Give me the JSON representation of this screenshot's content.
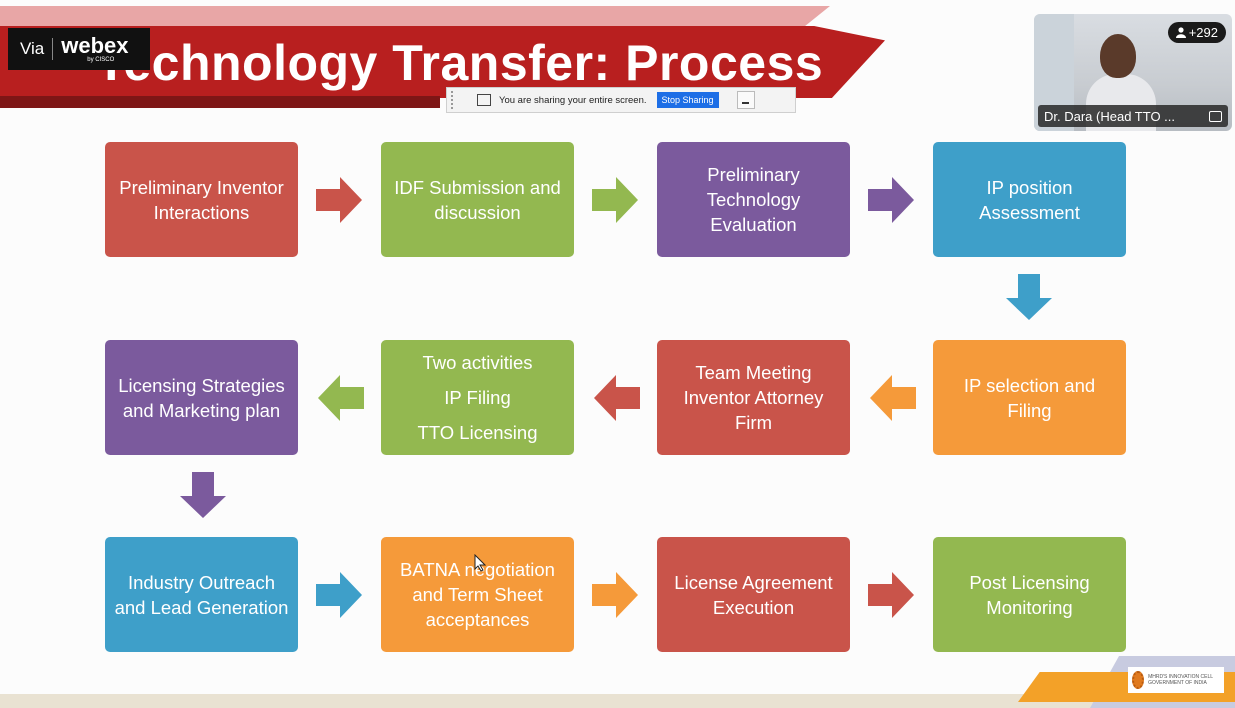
{
  "webex": {
    "via": "Via",
    "brand": "webex",
    "by": "by CISCO"
  },
  "slide": {
    "title": "Technology Transfer: Process",
    "boxes": [
      {
        "label": "Preliminary Inventor Interactions"
      },
      {
        "label": "IDF Submission and discussion"
      },
      {
        "label": "Preliminary Technology Evaluation"
      },
      {
        "label": "IP position Assessment"
      },
      {
        "label": "IP selection and Filing"
      },
      {
        "label": "Team Meeting Inventor Attorney Firm"
      },
      {
        "lines": [
          "Two activities",
          "IP Filing",
          "TTO Licensing"
        ]
      },
      {
        "label": "Licensing Strategies and Marketing plan"
      },
      {
        "label": "Industry Outreach and Lead Generation"
      },
      {
        "label": "BATNA negotiation and Term Sheet acceptances"
      },
      {
        "label": "License Agreement Execution"
      },
      {
        "label": "Post Licensing Monitoring"
      }
    ],
    "colors": {
      "red": "#c9544a",
      "green": "#93b850",
      "purple": "#7b5a9d",
      "blue": "#3e9fc9",
      "orange": "#f59a3a"
    },
    "logo_text": "MHRD'S INNOVATION CELL GOVERNMENT OF INDIA"
  },
  "share_bar": {
    "message": "You are sharing your entire screen.",
    "stop_label": "Stop Sharing"
  },
  "video": {
    "participant_count": "+292",
    "name": "Dr. Dara (Head TTO ..."
  },
  "icons": [
    "share-screen-icon",
    "minimize-icon",
    "person-icon",
    "expand-icon",
    "mouse-cursor-icon"
  ]
}
